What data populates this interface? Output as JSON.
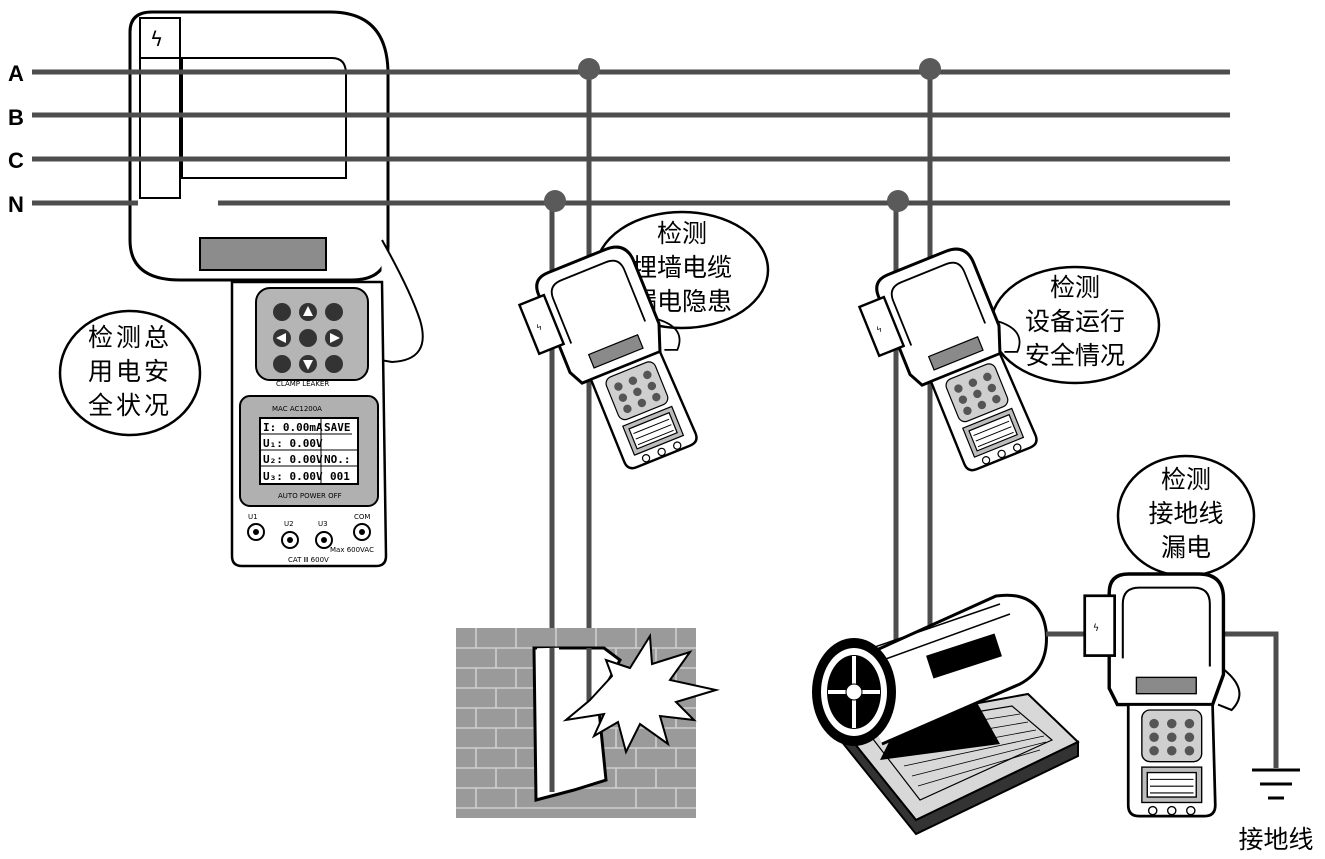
{
  "buses": {
    "a": "A",
    "b": "B",
    "c": "C",
    "n": "N"
  },
  "callouts": {
    "total": [
      "检测总",
      "用电安",
      "全状况"
    ],
    "wall": [
      "检测",
      "埋墙电缆",
      "漏电隐患"
    ],
    "equipment": [
      "检测",
      "设备运行",
      "安全情况"
    ],
    "ground": [
      "检测",
      "接地线",
      "漏电"
    ]
  },
  "ground_label": "接地线",
  "meter": {
    "model": "MAC AC1200A",
    "brand": "CLAMP LEAKER",
    "auto_off": "AUTO POWER OFF",
    "lcd": {
      "row1": "I: 0.00mA",
      "row2": "U₁: 0.00V",
      "row3": "U₂: 0.00V",
      "row4": "U₃: 0.00V",
      "save": "SAVE",
      "no": "NO.:",
      "num": "001"
    },
    "terminals": {
      "u1": "U1",
      "u2": "U2",
      "u3": "U3",
      "com": "COM",
      "rating": "Max 600VAC",
      "cat": "CAT Ⅲ 600V"
    }
  }
}
